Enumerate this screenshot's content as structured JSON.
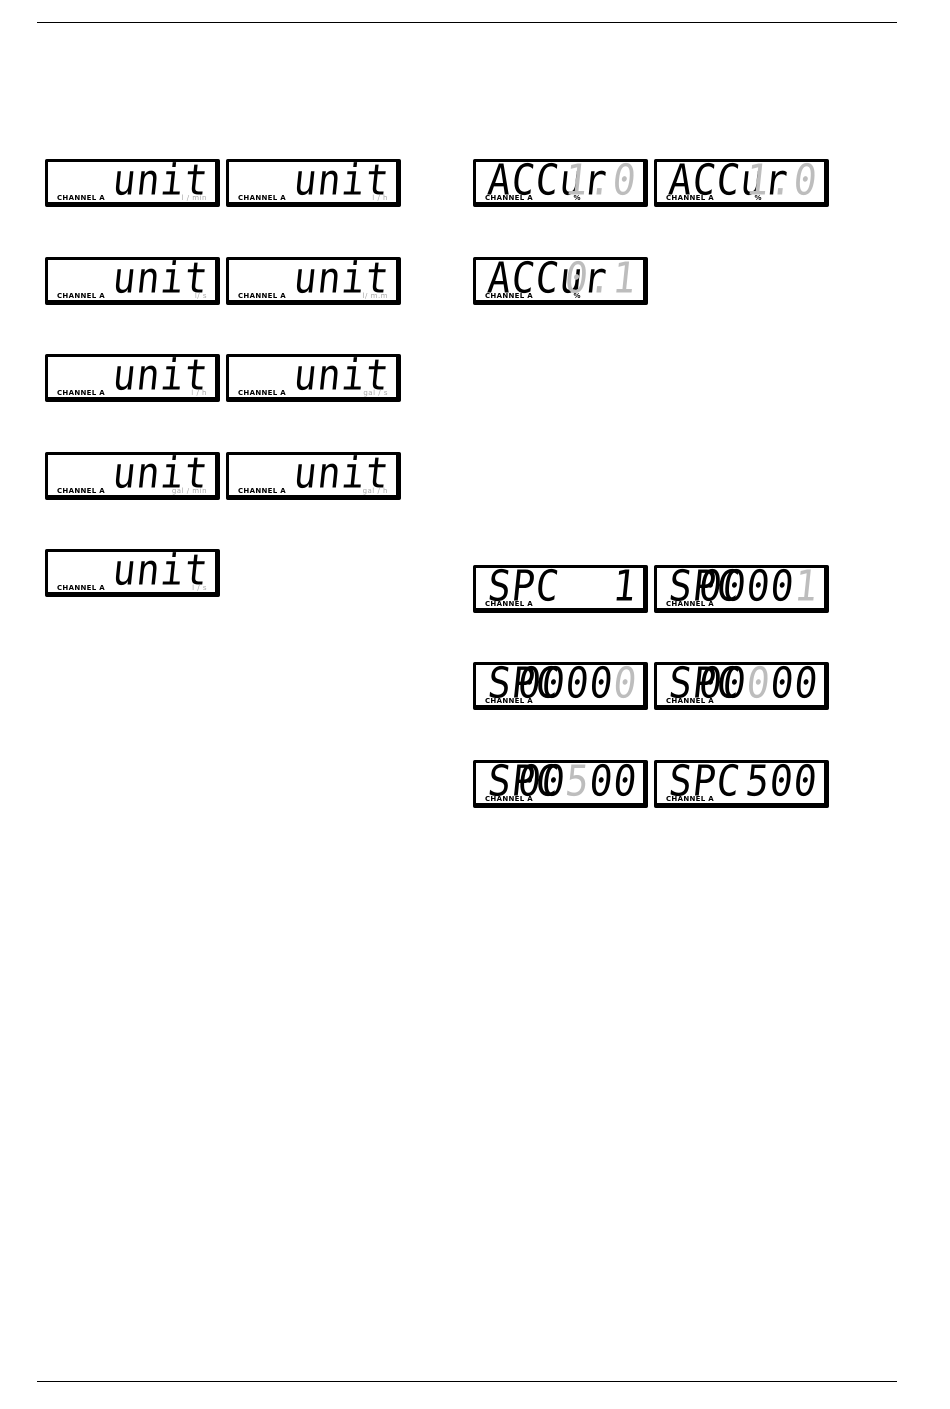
{
  "channel_label": "CHANNEL A",
  "unit_displays": [
    {
      "main": "unit",
      "unit": "l / min"
    },
    {
      "main": "unit",
      "unit": "l / h"
    },
    {
      "main": "unit",
      "unit": "l/ s"
    },
    {
      "main": "unit",
      "unit": "l/ m.m"
    },
    {
      "main": "unit",
      "unit": "l / h"
    },
    {
      "main": "unit",
      "unit": "gal / s"
    },
    {
      "main": "unit",
      "unit": "gal / min"
    },
    {
      "main": "unit",
      "unit": "gal / h"
    },
    {
      "main": "unit",
      "unit": "l / s"
    }
  ],
  "accuracy_displays": [
    {
      "main": "ACCur",
      "value": "1.0",
      "unit": "%"
    },
    {
      "main": "ACCur",
      "value": "1.0",
      "unit": "%"
    },
    {
      "main": "ACCur",
      "value": "0.1",
      "unit": "%"
    }
  ],
  "spc_displays": [
    {
      "prefix": "SPC",
      "bright": "",
      "dim": "",
      "value": "1"
    },
    {
      "prefix": "SPC",
      "bright": "0000",
      "dim": "1",
      "value": ""
    },
    {
      "prefix": "SPC",
      "bright": "0000",
      "dim": "0",
      "value": ""
    },
    {
      "prefix": "SPC",
      "bright": "00",
      "dim": "0",
      "value": "00"
    },
    {
      "prefix": "SPC",
      "bright": "00",
      "dim": "5",
      "value": "00"
    },
    {
      "prefix": "SPC",
      "bright": "",
      "dim": "",
      "value": "500"
    }
  ]
}
